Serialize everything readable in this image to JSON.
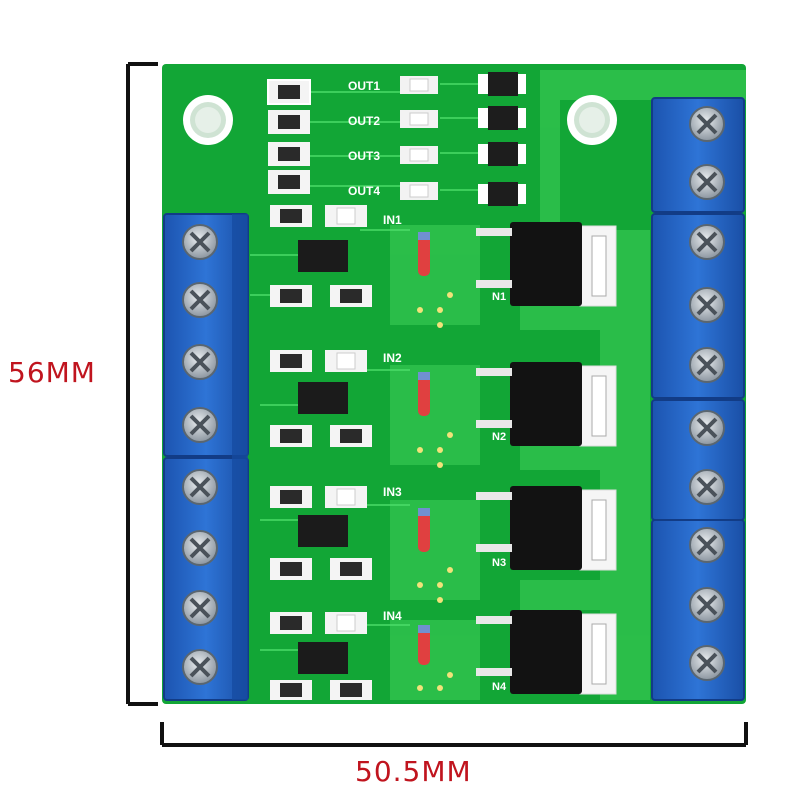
{
  "dimensions": {
    "height_label": "56MM",
    "width_label": "50.5MM"
  },
  "board": {
    "out_labels": [
      "OUT1",
      "OUT2",
      "OUT3",
      "OUT4"
    ],
    "in_labels": [
      "IN1",
      "IN2",
      "IN3",
      "IN4"
    ],
    "n_labels": [
      "N1",
      "N2",
      "N3",
      "N4"
    ]
  },
  "colors": {
    "pcb": "#12a636",
    "pcb_trace": "#3fd15a",
    "terminal": "#2366c8",
    "dimension": "#c0141e"
  }
}
